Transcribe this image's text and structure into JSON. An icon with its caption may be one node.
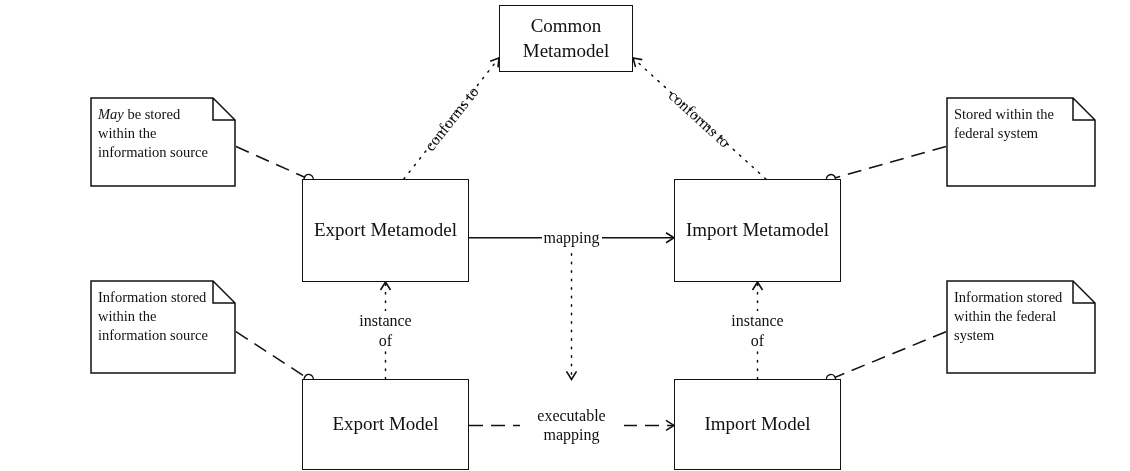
{
  "diagram": {
    "nodes": [
      {
        "text": [
          "Common Metamodel"
        ]
      },
      {
        "text": [
          "*May* be stored within the information source"
        ]
      },
      {
        "text": [
          "Export Metamodel"
        ]
      },
      {
        "text": [
          "Import Metamodel"
        ]
      },
      {
        "text": [
          "Stored within the federal system"
        ]
      },
      {
        "text": [
          "Information stored within the information source"
        ]
      },
      {
        "text": [
          "Export Model"
        ]
      },
      {
        "text": [
          "Import Model"
        ]
      },
      {
        "text": [
          "Information stored within the federal system"
        ]
      }
    ],
    "edges": [
      {
        "from": 2,
        "to": 0,
        "arrow": "to",
        "label": "conforms to",
        "style": "dashed"
      },
      {
        "from": 3,
        "to": 0,
        "arrow": "to",
        "label": "conforms to",
        "style": "dashed"
      },
      {
        "from": 1,
        "to": 2,
        "arrow": "other",
        "style": "dashed"
      },
      {
        "from": 4,
        "to": 3,
        "arrow": "other",
        "style": "dashed"
      },
      {
        "from": 2,
        "to": 3,
        "arrow": "to",
        "label": "mapping"
      },
      {
        "from": 6,
        "to": 2,
        "arrow": "to",
        "label": "instance of",
        "style": "dashed"
      },
      {
        "from": 7,
        "to": 3,
        "arrow": "to",
        "label": "instance of",
        "style": "dashed"
      },
      {
        "from": 5,
        "to": 6,
        "arrow": "other",
        "style": "dashed"
      },
      {
        "from": 8,
        "to": 7,
        "arrow": "other",
        "style": "dashed"
      },
      {
        "from": 6,
        "to": 7,
        "arrow": "to",
        "label": "executable mapping",
        "style": "dashed"
      }
    ]
  }
}
